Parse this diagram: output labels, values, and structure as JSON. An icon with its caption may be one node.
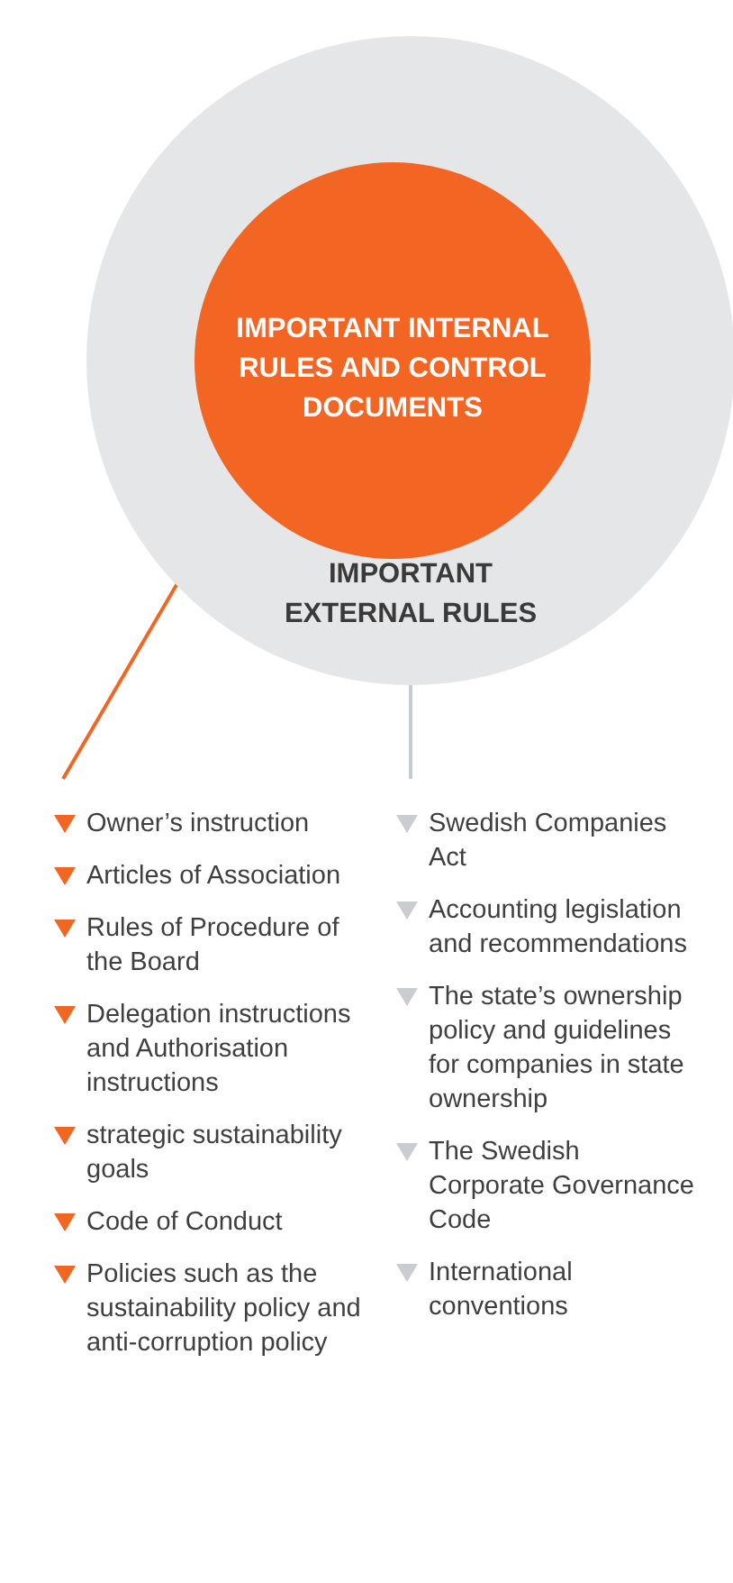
{
  "diagram": {
    "nodes": [
      {
        "text": [
          "IMPORTANT EXTERNAL RULES"
        ]
      },
      {
        "text": [
          "IMPORTANT INTERNAL RULES AND CONTROL DOCUMENTS"
        ],
        "in": 0
      },
      {
        "text": [
          "Owner’s instruction",
          "Articles of Association",
          "Rules of Procedure of the Board",
          "Delegation instructions and Authorisation instructions",
          "strategic sustainability goals",
          "Code of Conduct",
          "Policies such as the sustainability policy and anti-corruption policy"
        ]
      },
      {
        "text": [
          "Swedish Companies Act",
          "Accounting legislation and recommendations",
          "The state’s ownership policy and guidelines for companies in state ownership",
          "The Swedish Corporate Governance Code",
          "International conventions"
        ]
      }
    ],
    "edges": [
      {
        "from": 1,
        "to": 2,
        "arrow": "none",
        "color": "#f26522"
      },
      {
        "from": 0,
        "to": 3,
        "arrow": "none",
        "color": "#c9ccd0"
      }
    ]
  }
}
